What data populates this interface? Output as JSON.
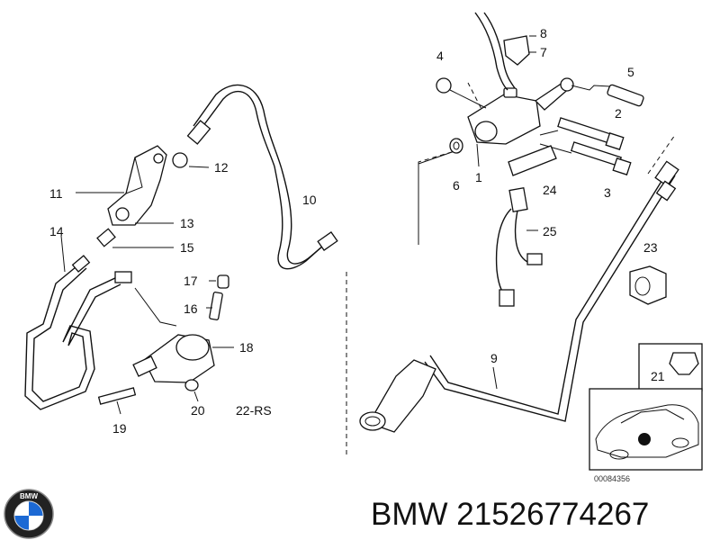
{
  "callouts": {
    "c1": "1",
    "c2": "2",
    "c3": "3",
    "c4": "4",
    "c5": "5",
    "c6": "6",
    "c7": "7",
    "c8": "8",
    "c9": "9",
    "c10": "10",
    "c11": "11",
    "c12": "12",
    "c13": "13",
    "c14": "14",
    "c15": "15",
    "c16": "16",
    "c17": "17",
    "c18": "18",
    "c19": "19",
    "c20": "20",
    "c21": "21",
    "c22": "22-RS",
    "c23": "23",
    "c24": "24",
    "c25": "25"
  },
  "diagram_code": "00084356",
  "footer": {
    "brand": "BMW",
    "part_number": "21526774267",
    "text": "BMW 21526774267"
  },
  "logo": {
    "lettering": "BMW",
    "colors": [
      "#1c69d4",
      "#ffffff",
      "#000000"
    ]
  }
}
